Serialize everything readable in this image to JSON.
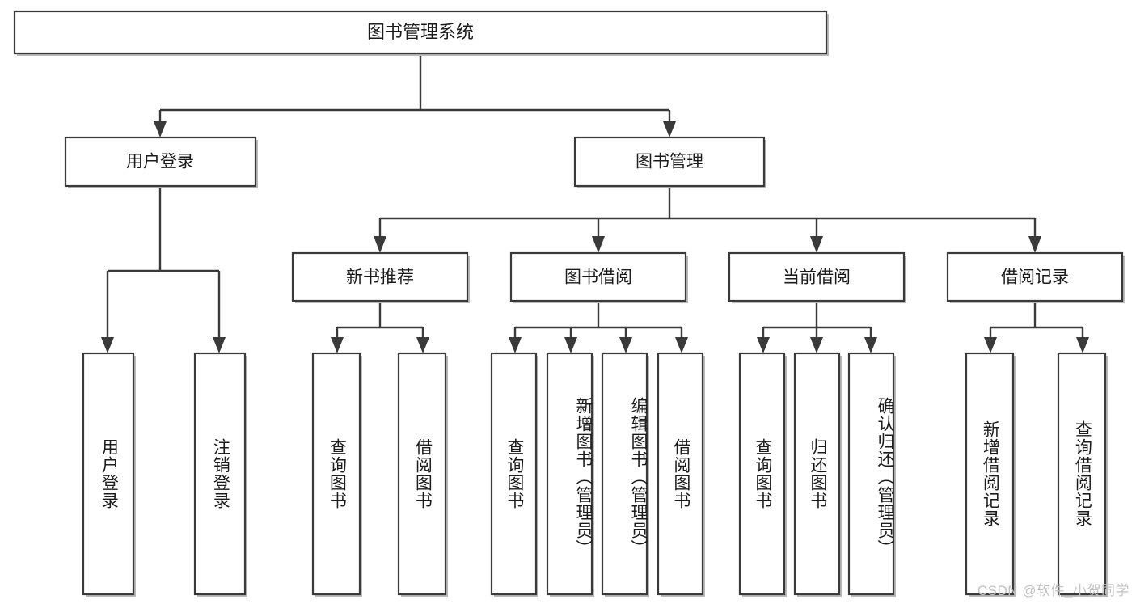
{
  "diagram": {
    "title": "图书管理系统",
    "type": "tree-hierarchy-chart",
    "orientation": "top-down",
    "colors": {
      "box_fill": "#ffffff",
      "box_stroke": "#3a3a3a",
      "text": "#1b1b1b",
      "watermark": "#c2c2c2",
      "background": "#ffffff"
    }
  },
  "root": {
    "label": "图书管理系统"
  },
  "level2": [
    {
      "label": "用户登录"
    },
    {
      "label": "图书管理"
    }
  ],
  "level3": [
    {
      "label": "新书推荐"
    },
    {
      "label": "图书借阅"
    },
    {
      "label": "当前借阅"
    },
    {
      "label": "借阅记录"
    }
  ],
  "leaves": {
    "user_login": [
      {
        "label": "用户登录"
      },
      {
        "label": "注销登录"
      }
    ],
    "new_book_recommend": [
      {
        "label": "查询图书"
      },
      {
        "label": "借阅图书"
      }
    ],
    "book_borrow": [
      {
        "label": "查询图书"
      },
      {
        "label": "新增图书（管理员）"
      },
      {
        "label": "编辑图书（管理员）"
      },
      {
        "label": "借阅图书"
      }
    ],
    "current_borrow": [
      {
        "label": "查询图书"
      },
      {
        "label": "归还图书"
      },
      {
        "label": "确认归还（管理员）"
      }
    ],
    "borrow_record": [
      {
        "label": "新增借阅记录"
      },
      {
        "label": "查询借阅记录"
      }
    ]
  },
  "watermark": {
    "text": "CSDN @软件_小贺同学"
  }
}
